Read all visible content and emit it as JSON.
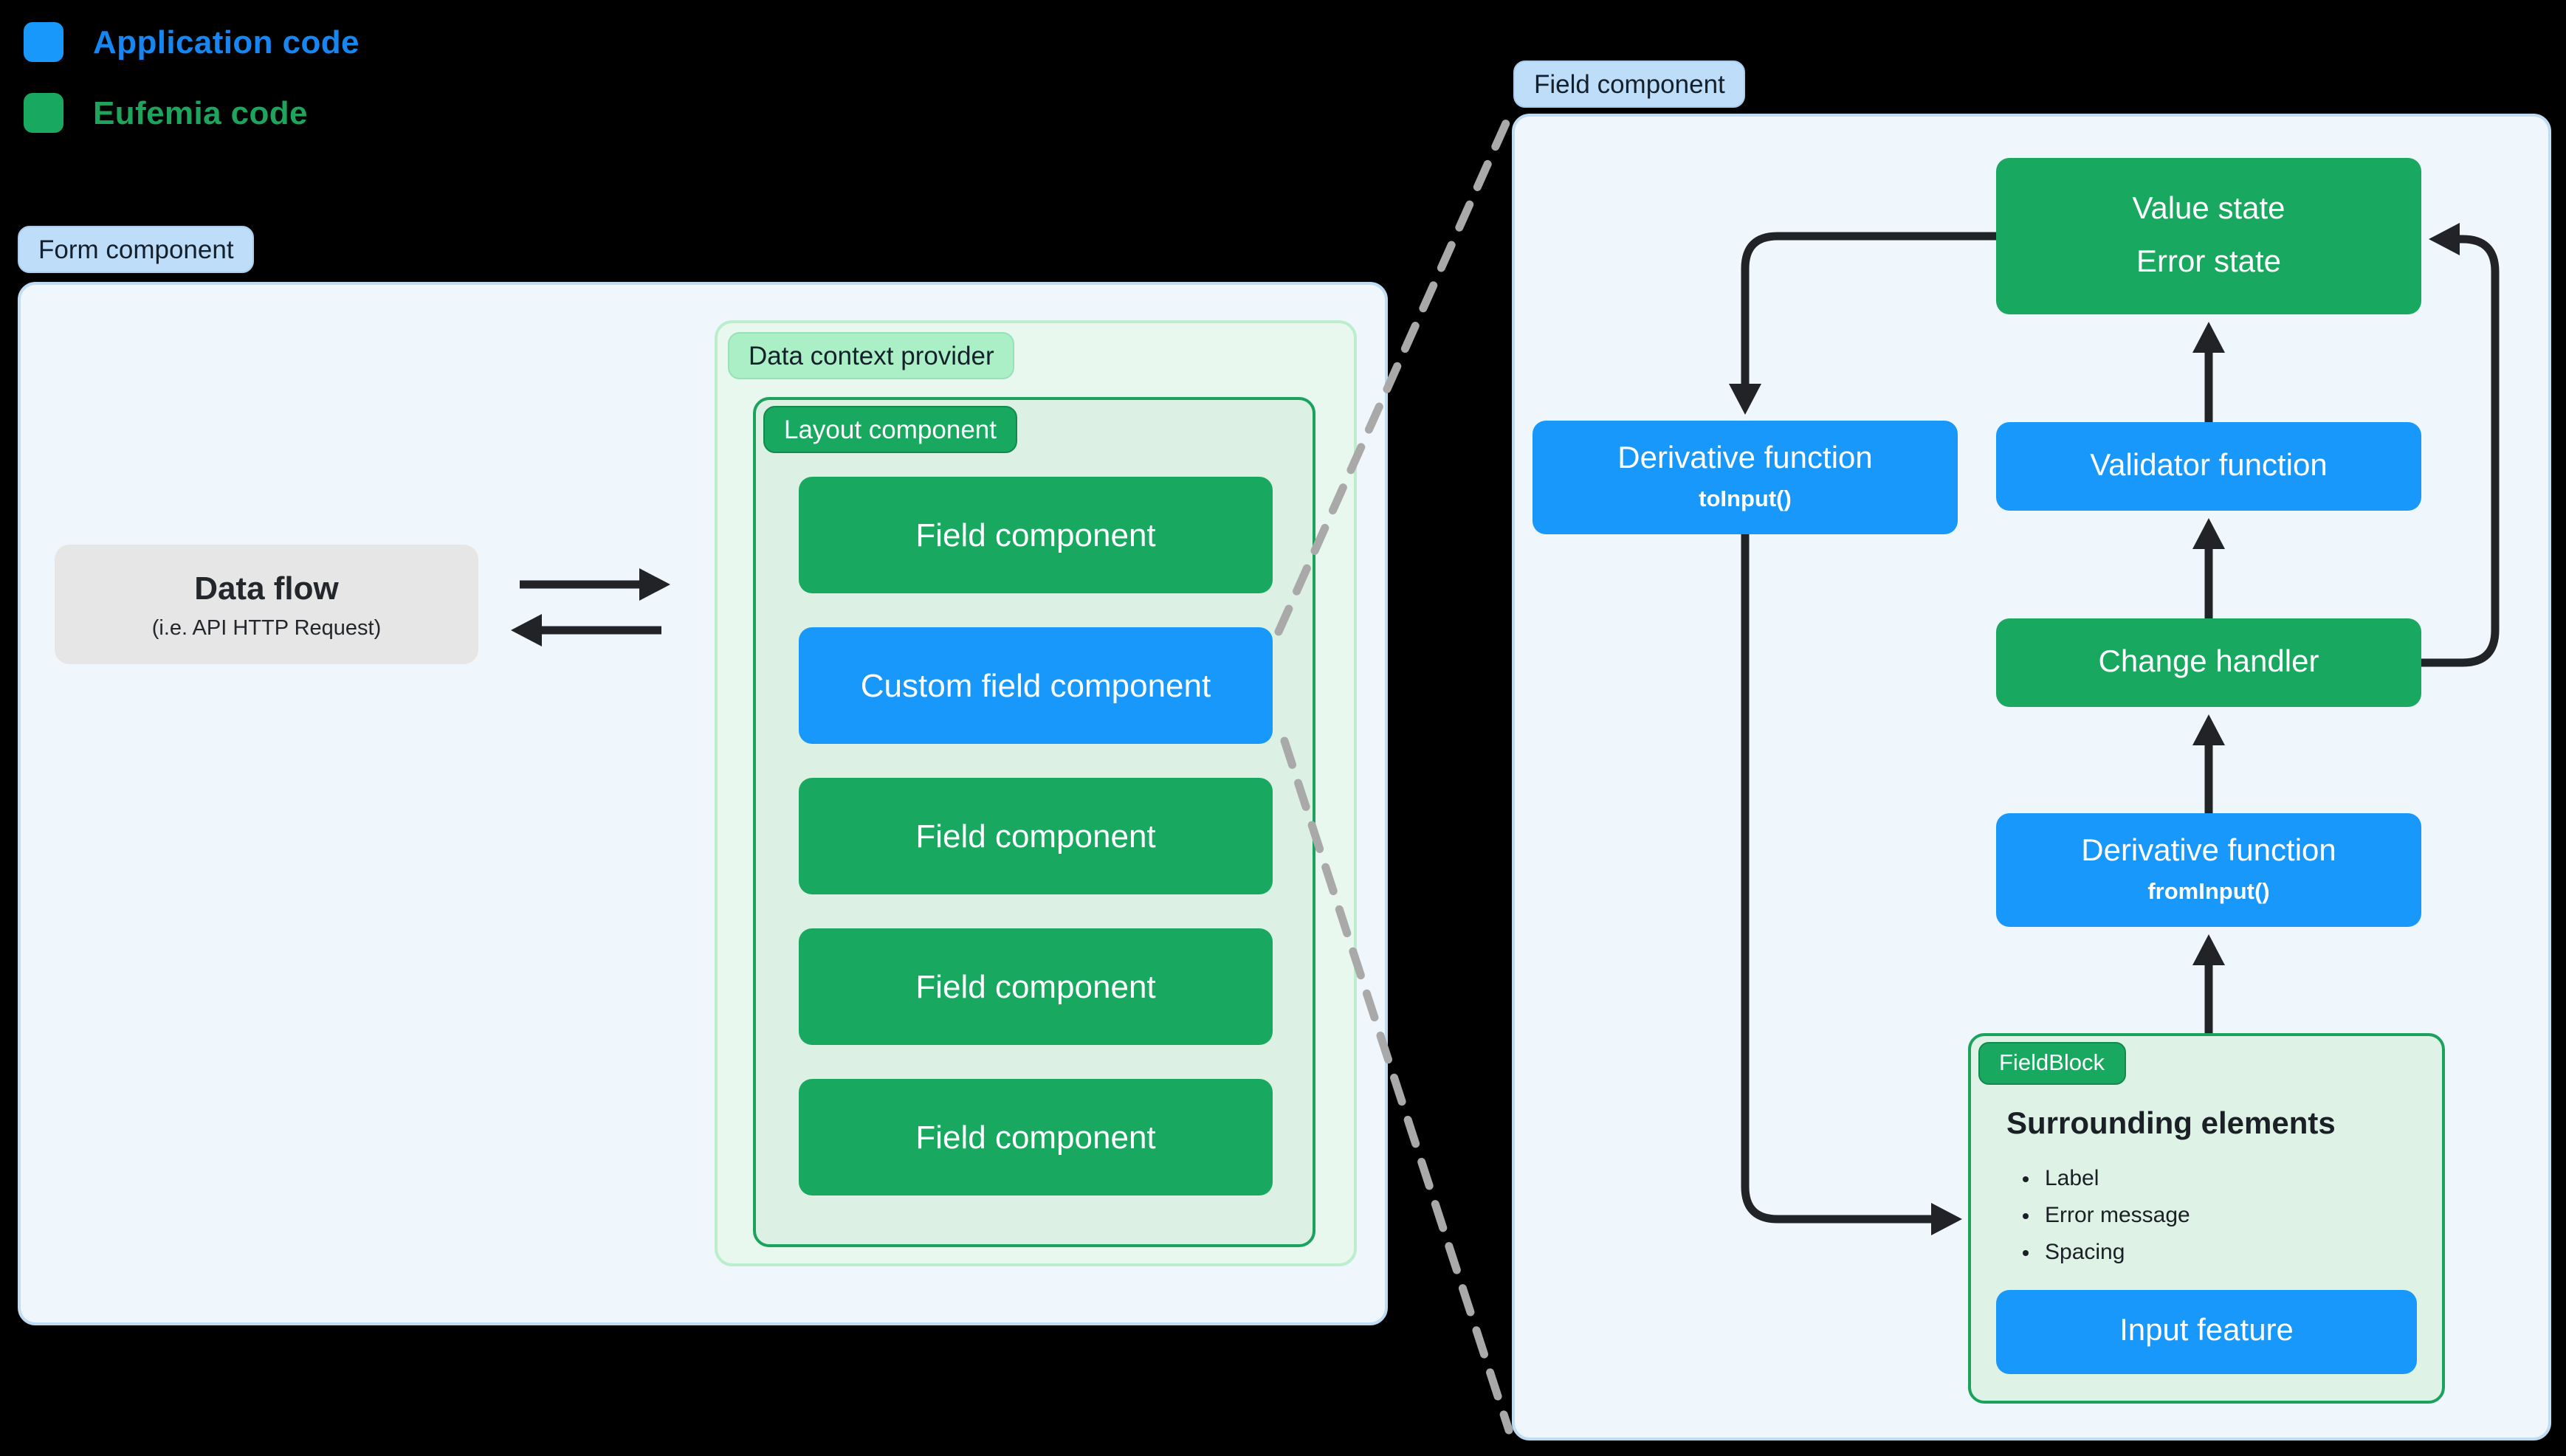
{
  "legend": {
    "items": [
      {
        "label": "Application code",
        "color": "#1898FA"
      },
      {
        "label": "Eufemia code",
        "color": "#19A85F"
      }
    ]
  },
  "left": {
    "badge": "Form component",
    "data_flow": {
      "title": "Data flow",
      "subtitle": "(i.e. API HTTP Request)"
    },
    "arrows": [
      "right-arrow",
      "left-arrow"
    ],
    "data_context": {
      "badge": "Data context provider",
      "layout": {
        "badge": "Layout component",
        "fields": [
          {
            "label": "Field component",
            "type": "green"
          },
          {
            "label": "Custom field component",
            "type": "blue"
          },
          {
            "label": "Field component",
            "type": "green"
          },
          {
            "label": "Field component",
            "type": "green"
          },
          {
            "label": "Field component",
            "type": "green"
          }
        ]
      }
    }
  },
  "right": {
    "badge": "Field component",
    "value_state": {
      "lines": [
        "Value state",
        "Error state"
      ]
    },
    "derivative_to": {
      "title": "Derivative function",
      "code": "toInput()"
    },
    "validator": {
      "label": "Validator function"
    },
    "change_handler": {
      "label": "Change handler"
    },
    "derivative_from": {
      "title": "Derivative function",
      "code": "fromInput()"
    },
    "fieldblock": {
      "badge": "FieldBlock",
      "heading": "Surrounding elements",
      "bullets": [
        "Label",
        "Error message",
        "Spacing"
      ],
      "button": "Input feature"
    }
  },
  "colors": {
    "application_blue": "#1898FA",
    "eufemia_green": "#19A85F",
    "panel_background": "#EFF6FC",
    "panel_border": "#BFDCF2",
    "context_background": "#E8F8EE",
    "context_border": "#BCEECD",
    "layout_background": "#DCF1E3",
    "green_border": "#1BA25D",
    "badge_blue": "#BEDDF8",
    "badge_light_green": "#ABEFC7",
    "gray_box": "#E6E6E7",
    "wire": "#212327",
    "dashed_line": "#A9A9A9",
    "page_background": "#000000"
  }
}
